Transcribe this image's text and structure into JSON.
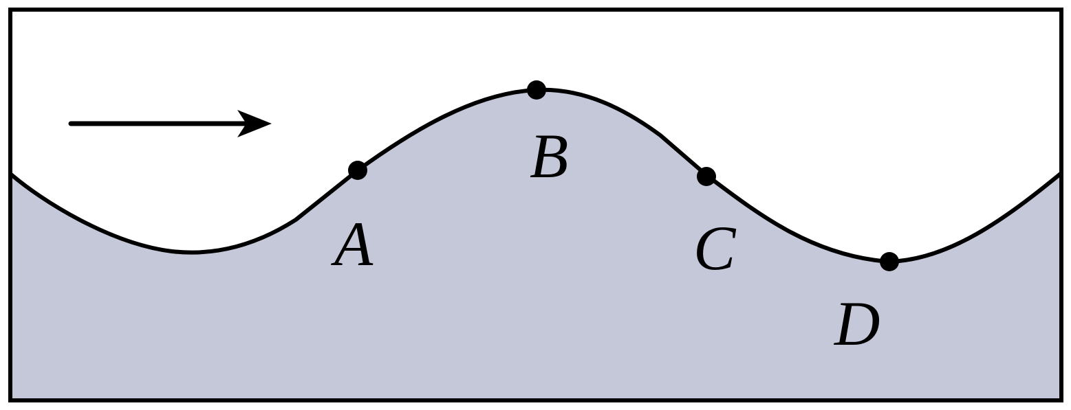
{
  "colors": {
    "background": "#ffffff",
    "fluid": "#c4c8d9",
    "stroke": "#000000"
  },
  "direction": "right",
  "points": [
    {
      "label": "A"
    },
    {
      "label": "B"
    },
    {
      "label": "C"
    },
    {
      "label": "D"
    }
  ]
}
